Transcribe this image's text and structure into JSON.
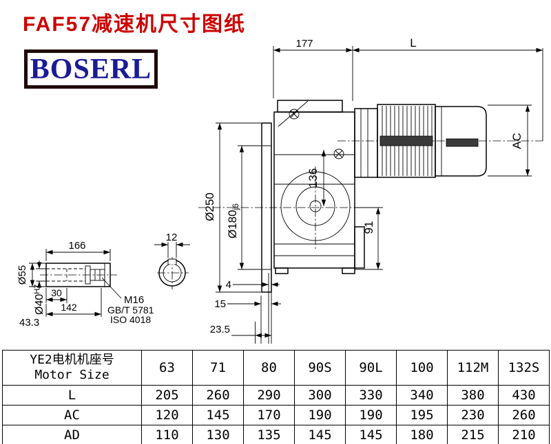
{
  "page": {
    "title": "FAF57减速机尺寸图纸",
    "title_color": "#cc0000",
    "background": "#ffffff"
  },
  "logo": {
    "text": "BOSERL",
    "text_color": "#1b1b96",
    "border_color": "#1f0a0a"
  },
  "drawing": {
    "line_color": "#000000",
    "main_view": {
      "d177": "177",
      "dL": "L",
      "dAC": "AC",
      "d250": "Ø250",
      "d180": "Ø180",
      "d180_tol": "j6",
      "d136": "136",
      "d91": "91",
      "d4": "4",
      "d15": "15",
      "d23_5": "23.5"
    },
    "shaft_view": {
      "d166": "166",
      "d12": "12",
      "d55": "Ø55",
      "d40": "Ø40",
      "d40_tol": "H7",
      "d30": "30",
      "d142": "142",
      "d43_3": "43.3",
      "thread": "M16",
      "std1": "GB/T 5781",
      "std2": "ISO 4018"
    }
  },
  "table": {
    "header": {
      "label_cn": "YE2电机机座号",
      "label_en": "Motor Size",
      "sizes": [
        "63",
        "71",
        "80",
        "90S",
        "90L",
        "100",
        "112M",
        "132S"
      ]
    },
    "rows": [
      {
        "label": "L",
        "values": [
          "205",
          "260",
          "290",
          "300",
          "330",
          "340",
          "380",
          "430"
        ]
      },
      {
        "label": "AC",
        "values": [
          "120",
          "145",
          "170",
          "190",
          "190",
          "195",
          "230",
          "260"
        ]
      },
      {
        "label": "AD",
        "values": [
          "110",
          "130",
          "135",
          "145",
          "145",
          "180",
          "215",
          "210"
        ]
      }
    ]
  }
}
